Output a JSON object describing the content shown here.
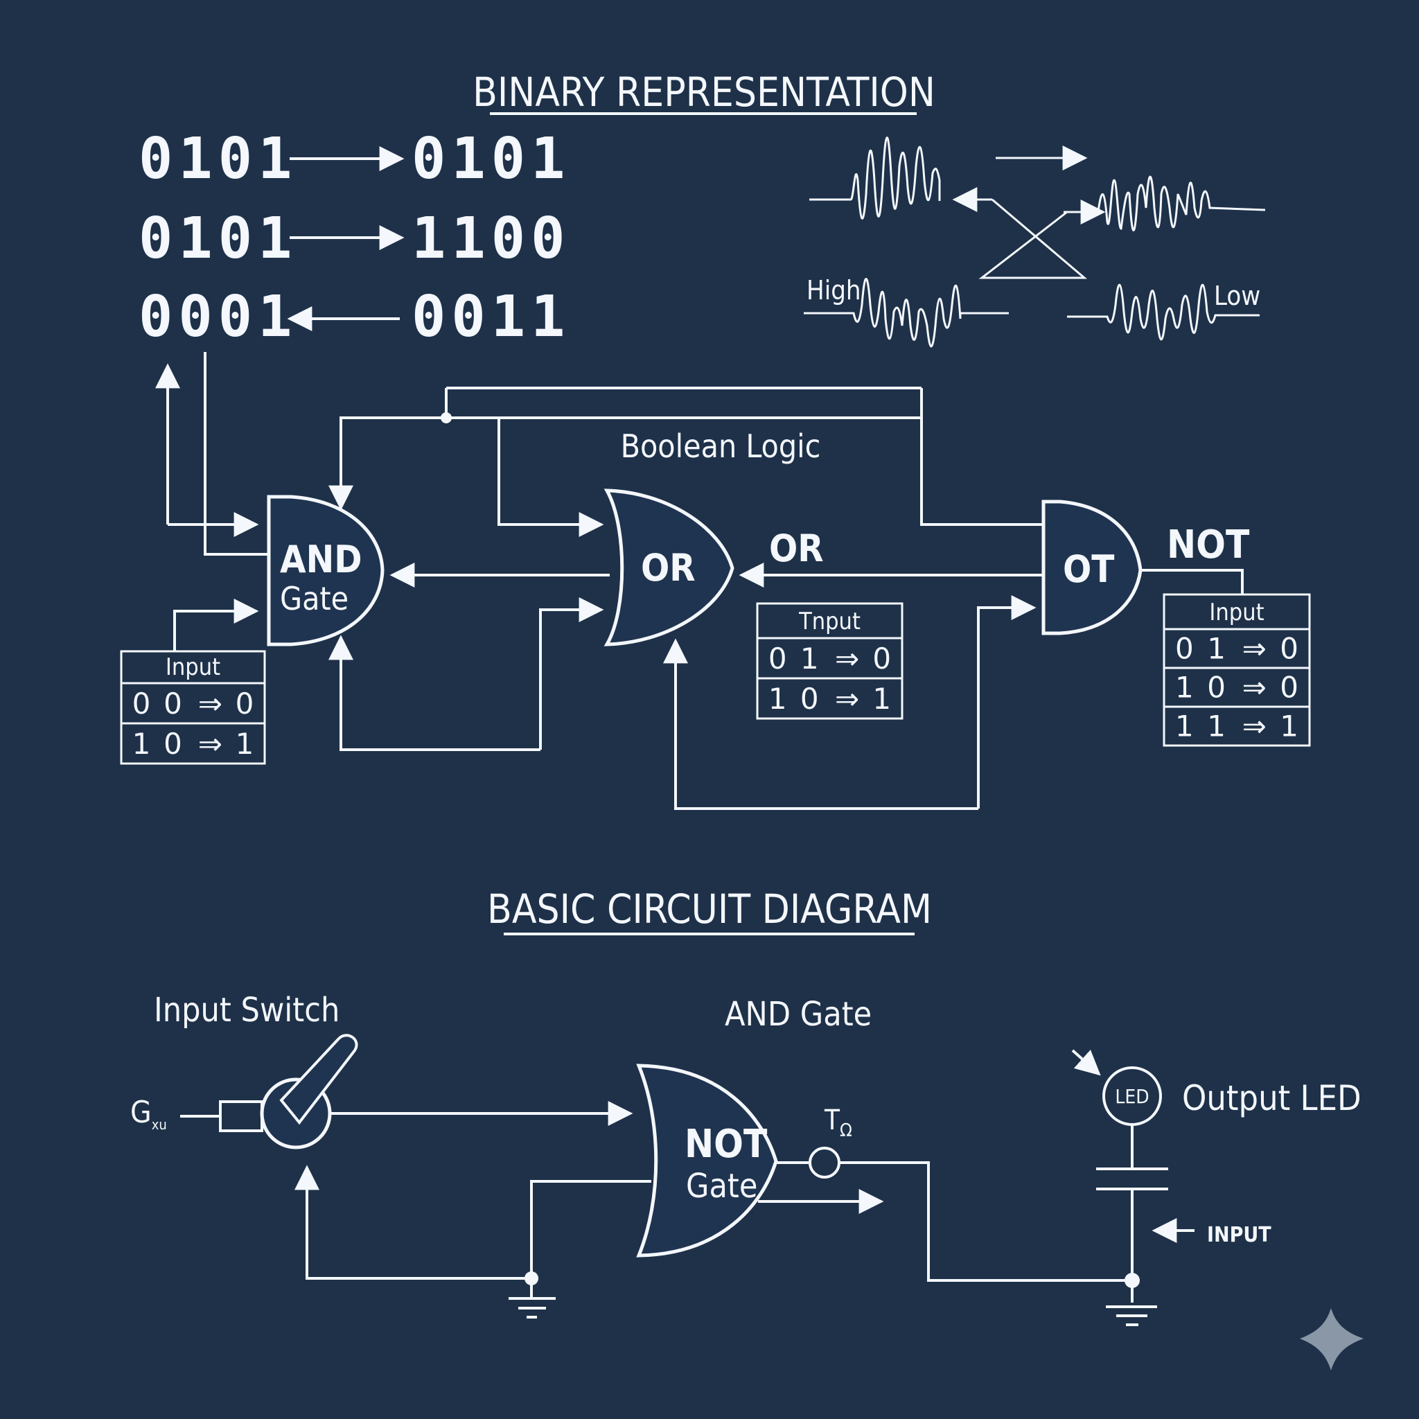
{
  "sections": {
    "binary_title": "BINARY REPRESENTATION",
    "boolean_title": "Boolean Logic",
    "circuit_title": "BASIC CIRCUIT DIAGRAM"
  },
  "binary_rows": [
    {
      "left": "0101",
      "right": "0101",
      "direction": "right"
    },
    {
      "left": "0101",
      "right": "1100",
      "direction": "right"
    },
    {
      "left": "0001",
      "right": "0011",
      "direction": "left"
    }
  ],
  "waveforms": {
    "high_label": "High",
    "low_label": "Low"
  },
  "gates": {
    "and_gate": {
      "line1": "AND",
      "line2": "Gate"
    },
    "or_gate": {
      "label": "OR",
      "side_label": "OR"
    },
    "ot_gate": {
      "label": "OT",
      "side_label": "NOT"
    }
  },
  "truth_tables": {
    "and_table": {
      "header": "Input",
      "rows": [
        [
          "0",
          "0",
          "⇒",
          "0"
        ],
        [
          "1",
          "0",
          "⇒",
          "1"
        ]
      ]
    },
    "or_table": {
      "header": "Tnput",
      "rows": [
        [
          "0",
          "1",
          "⇒",
          "0"
        ],
        [
          "1",
          "0",
          "⇒",
          "1"
        ]
      ]
    },
    "not_table": {
      "header": "Input",
      "rows": [
        [
          "0",
          "1",
          "⇒",
          "0"
        ],
        [
          "1",
          "0",
          "⇒",
          "0"
        ],
        [
          "1",
          "1",
          "⇒",
          "1"
        ]
      ]
    }
  },
  "circuit": {
    "switch_label": "Input Switch",
    "source_label": "G",
    "source_sub": "xu",
    "gate_title": "AND Gate",
    "gate_line1": "NOT",
    "gate_line2": "Gate",
    "bubble_label": "T",
    "bubble_sub": "Ω",
    "led_inner": "LED",
    "led_label": "Output LED",
    "input_label": "INPUT"
  },
  "colors": {
    "background": "#1e3149",
    "line": "#f4f7fb",
    "watermark": "#8a97a7"
  }
}
